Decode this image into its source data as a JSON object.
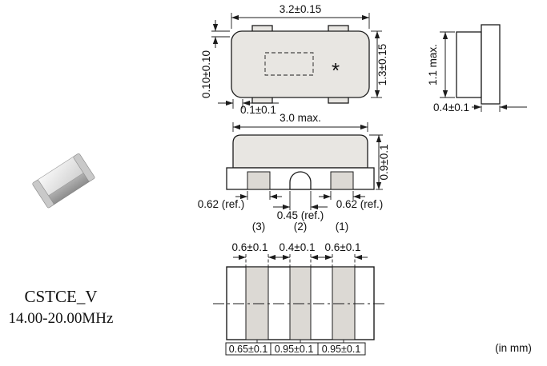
{
  "part": {
    "name": "CSTCE_V",
    "frequency_range": "14.00-20.00MHz"
  },
  "units_note": "(in mm)",
  "top_view": {
    "width": "3.2±0.15",
    "depth": "1.3±0.15",
    "electrode_offset": "0.10±0.10",
    "corner": "0.1±0.1",
    "marking": "*"
  },
  "side_view": {
    "height": "1.1 max.",
    "cap_thickness": "0.4±0.1"
  },
  "front_view": {
    "width": "3.0 max.",
    "height": "0.9±0.1",
    "terminal_left": "0.62 (ref.)",
    "terminal_center": "0.45 (ref.)",
    "terminal_right": "0.62 (ref.)",
    "pin3": "(3)",
    "pin2": "(2)",
    "pin1": "(1)"
  },
  "land_pattern": {
    "pad_left_width": "0.6±0.1",
    "pad_center_width": "0.4±0.1",
    "pad_right_width": "0.6±0.1",
    "pitch_1": "0.65±0.1",
    "pitch_2": "0.95±0.1",
    "pitch_3": "0.95±0.1"
  },
  "colors": {
    "line": "#1c1c1c",
    "body_fill": "#e8e6e2",
    "pad_fill": "#dcd9d4"
  }
}
